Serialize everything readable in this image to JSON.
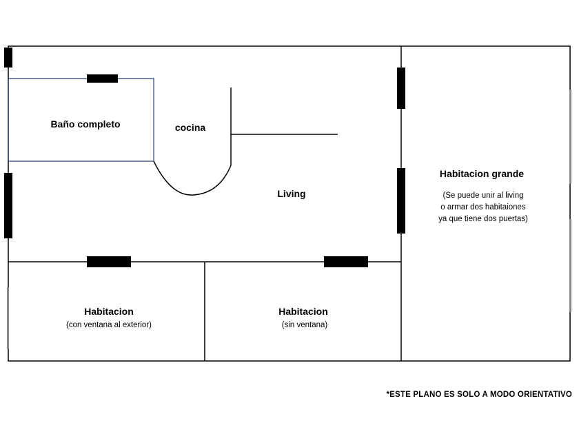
{
  "colors": {
    "wall": "#000000",
    "bathroom_outline": "#1f3a7a",
    "window_gray": "#8a8a8a",
    "background": "#ffffff"
  },
  "rooms": {
    "bathroom": {
      "title": "Baño completo"
    },
    "kitchen": {
      "title": "cocina"
    },
    "living": {
      "title": "Living"
    },
    "big_room": {
      "title": "Habitacion grande",
      "note_lines": [
        "(Se puede unir al living",
        "o armar dos habitaiones",
        "ya que tiene dos puertas)"
      ]
    },
    "room_left": {
      "title": "Habitacion",
      "note": "(con ventana al exterior)"
    },
    "room_middle": {
      "title": "Habitacion",
      "note": "(sin ventana)"
    }
  },
  "disclaimer": "*ESTE PLANO ES SOLO A MODO ORIENTATIVO"
}
